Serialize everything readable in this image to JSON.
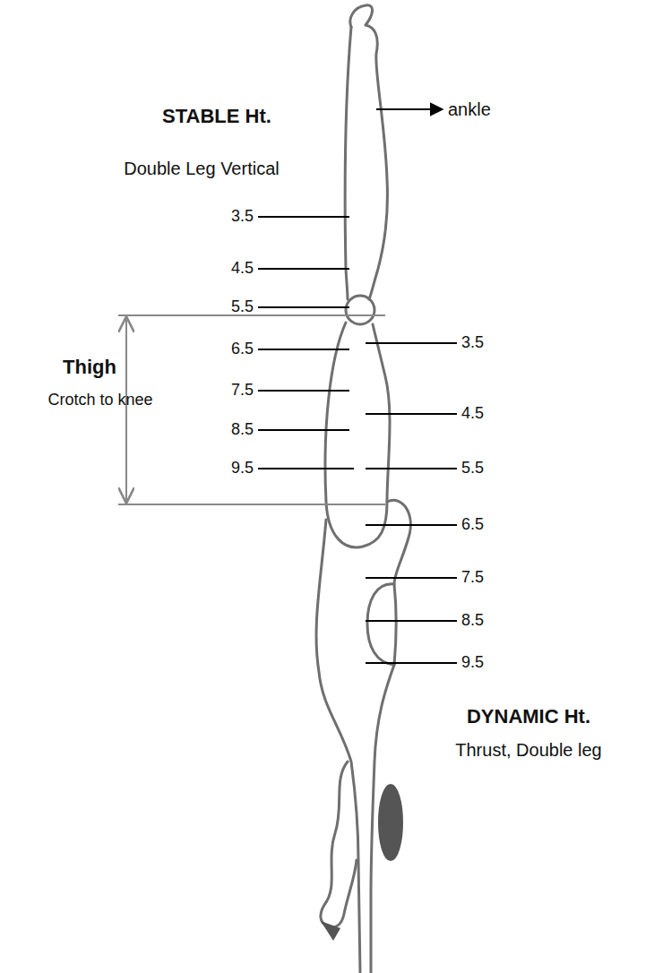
{
  "diagram": {
    "labels": [
      "ankle",
      "STABLE Ht.",
      "Double Leg Vertical",
      "3.5",
      "4.5",
      "5.5",
      "6.5",
      "7.5",
      "8.5",
      "9.5",
      "Thigh",
      "Crotch to knee",
      "3.5",
      "4.5",
      "5.5",
      "6.5",
      "7.5",
      "8.5",
      "9.5",
      "DYNAMIC Ht.",
      "Thrust, Double leg"
    ]
  }
}
